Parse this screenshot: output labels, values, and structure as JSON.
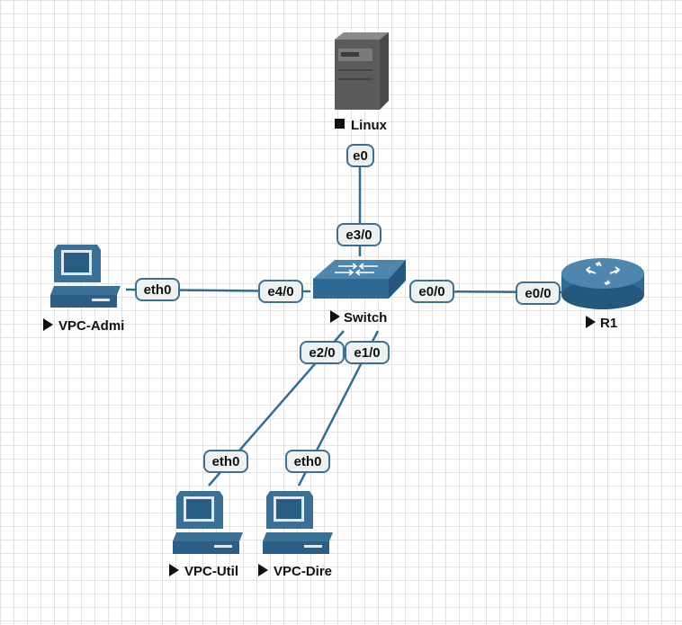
{
  "colors": {
    "link": "#2f6e93",
    "device": "#3a6f96",
    "device_dark": "#24506f",
    "server": "#555555",
    "badge_fill": "#eef1f2",
    "badge_border": "#3f6f8f"
  },
  "nodes": {
    "linux": {
      "label": "Linux",
      "icon": "server-icon",
      "state_icon": "stop-icon"
    },
    "switch": {
      "label": "Switch",
      "icon": "switch-icon",
      "state_icon": "play-icon"
    },
    "r1": {
      "label": "R1",
      "icon": "router-icon",
      "state_icon": "play-icon"
    },
    "vpc_admi": {
      "label": "VPC-Admi",
      "icon": "vpc-icon",
      "state_icon": "play-icon"
    },
    "vpc_util": {
      "label": "VPC-Util",
      "icon": "vpc-icon",
      "state_icon": "play-icon"
    },
    "vpc_dire": {
      "label": "VPC-Dire",
      "icon": "vpc-icon",
      "state_icon": "play-icon"
    }
  },
  "links": {
    "linux_switch": {
      "a_if": "e0",
      "b_if": "e3/0"
    },
    "admi_switch": {
      "a_if": "eth0",
      "b_if": "e4/0"
    },
    "switch_r1": {
      "a_if": "e0/0",
      "b_if": "e0/0"
    },
    "util_switch": {
      "a_if": "eth0",
      "b_if": "e2/0"
    },
    "dire_switch": {
      "a_if": "eth0",
      "b_if": "e1/0"
    }
  }
}
